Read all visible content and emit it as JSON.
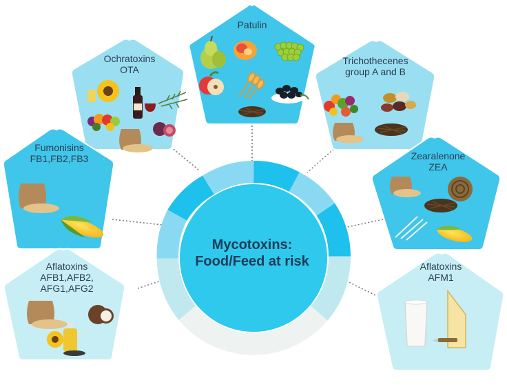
{
  "center": {
    "line1": "Mycotoxins:",
    "line2": "Food/Feed at risk"
  },
  "panels": {
    "patulin": {
      "line1": "Patulin"
    },
    "ochratoxins": {
      "line1": "Ochratoxins",
      "line2": "OTA"
    },
    "trichothecenes": {
      "line1": "Trichothecenes",
      "line2": "group A and B"
    },
    "fumonisins": {
      "line1": "Fumonisins",
      "line2": "FB1,FB2,FB3"
    },
    "zearalenone": {
      "line1": "Zearalenone",
      "line2": "ZEA"
    },
    "aflatoxins_b_g": {
      "line1": "Aflatoxins",
      "line2": "AFB1,AFB2,",
      "line3": "AFG1,AFG2"
    },
    "aflatoxins_m": {
      "line1": "Aflatoxins",
      "line2": "AFM1"
    }
  },
  "colors": {
    "deep_panel": "#3fc6ea",
    "light_panel": "#9adff1",
    "pale_panel": "#c6eef4",
    "center_circle": "#2ec9ec",
    "ring_upper_dark": "#1ec0ec",
    "ring_upper_light": "#8ad9f2",
    "ring_lower": "#bfe9ef",
    "ring_bottom": "#eef3f2",
    "title_text": "#1f3b57"
  },
  "icons": {
    "patulin": [
      "pear-icon",
      "peach-icon",
      "grapes-icon",
      "apple-icon",
      "wheat-icon",
      "olives-icon",
      "straw-icon"
    ],
    "ochratoxins": [
      "sunflower-icon",
      "wine-icon",
      "rosemary-icon",
      "fruit-basket-icon",
      "fig-icon",
      "grain-sack-icon"
    ],
    "trichothecenes": [
      "vegetables-icon",
      "legumes-icon",
      "grain-sack-icon",
      "straw-icon"
    ],
    "fumonisins": [
      "grain-sack-icon",
      "corn-icon"
    ],
    "zearalenone": [
      "grain-sack-icon",
      "hay-bale-icon",
      "straw-icon",
      "stalks-icon",
      "corn-icon"
    ],
    "aflatoxins_b_g": [
      "grain-sack-icon",
      "coconut-icon",
      "sunflower-oil-icon"
    ],
    "aflatoxins_m": [
      "milk-glass-icon",
      "cheese-icon"
    ]
  }
}
